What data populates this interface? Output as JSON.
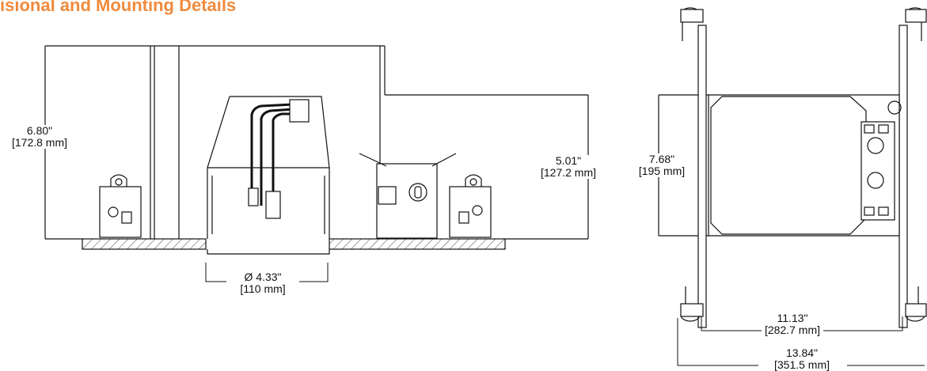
{
  "title": "isional and Mounting Details",
  "colors": {
    "accent": "#f08a3c",
    "line": "#111111"
  },
  "dimensions": {
    "height_total": {
      "in": "6.80\"",
      "mm": "[172.8 mm]"
    },
    "height_housing": {
      "in": "5.01\"",
      "mm": "[127.2 mm]"
    },
    "aperture": {
      "in": "Ø 4.33\"",
      "mm": "[110 mm]"
    },
    "height_plan": {
      "in": "7.68\"",
      "mm": "[195 mm]"
    },
    "width_inner": {
      "in": "11.13\"",
      "mm": "[282.7 mm]"
    },
    "width_outer": {
      "in": "13.84\"",
      "mm": "[351.5 mm]"
    }
  }
}
